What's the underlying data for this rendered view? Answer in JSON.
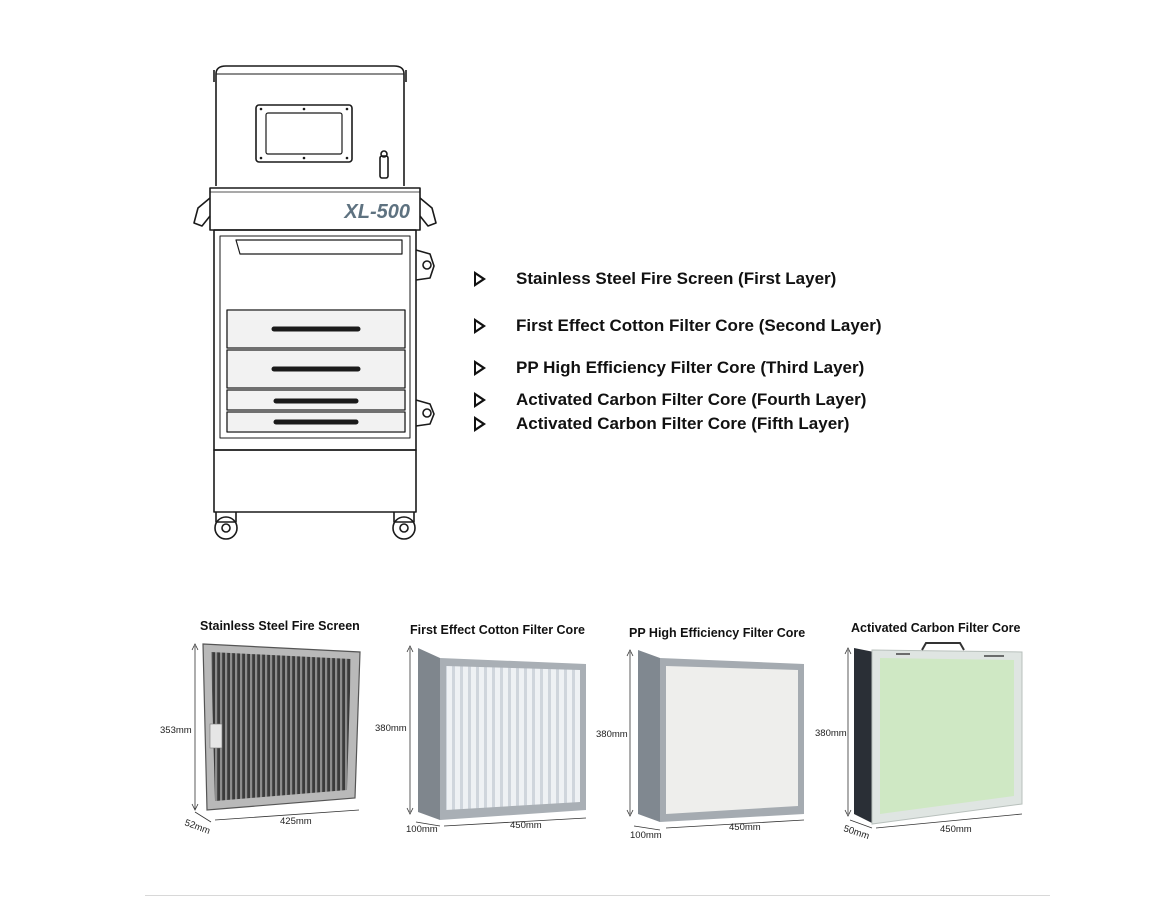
{
  "machine": {
    "model_label": "XL-500"
  },
  "layers": [
    {
      "label": "Stainless Steel Fire Screen (First Layer)"
    },
    {
      "label": "First Effect Cotton Filter Core (Second Layer)"
    },
    {
      "label": "PP High Efficiency Filter Core (Third Layer)"
    },
    {
      "label": "Activated Carbon Filter Core (Fourth Layer)"
    },
    {
      "label": "Activated Carbon Filter Core (Fifth Layer)"
    }
  ],
  "products": [
    {
      "title": "Stainless Steel Fire Screen",
      "height": "353mm",
      "width": "425mm",
      "depth": "52mm"
    },
    {
      "title": "First Effect Cotton Filter Core",
      "height": "380mm",
      "width": "450mm",
      "depth": "100mm"
    },
    {
      "title": "PP High Efficiency Filter Core",
      "height": "380mm",
      "width": "450mm",
      "depth": "100mm"
    },
    {
      "title": "Activated Carbon Filter Core",
      "height": "380mm",
      "width": "450mm",
      "depth": "50mm"
    }
  ],
  "colors": {
    "line": "#1a1a1a",
    "carbon_green": "#cfe8c4",
    "steel_frame": "#8a9096",
    "cotton_white": "#eef1f4"
  }
}
